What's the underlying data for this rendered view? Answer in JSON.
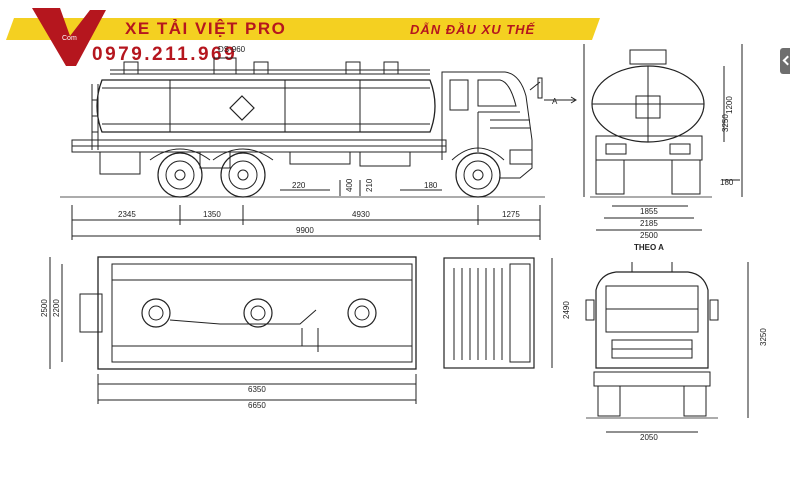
{
  "brand": {
    "name": "XE TẢI VIỆT PRO",
    "slogan": "DẪN ĐẦU XU THẾ",
    "phone": "0979.211.969",
    "logo_text": "Com",
    "accent_color": "#b5161e",
    "banner_color": "#f4d021"
  },
  "side_view": {
    "tank_label": "DS-960",
    "section_marker": "A",
    "dims": {
      "front_overhang": "2345",
      "wheel_spacing_rear": "1350",
      "wheelbase": "4930",
      "rear_overhang": "1275",
      "overall_length": "9900",
      "d220": "220",
      "d400": "400",
      "d210": "210",
      "d180": "180"
    }
  },
  "top_view": {
    "dims": {
      "overall_width": "2500",
      "tank_width": "2200",
      "cab_width": "2490",
      "tank_length": "6350",
      "body_length": "6650"
    }
  },
  "rear_view": {
    "caption": "THEO A",
    "dims": {
      "height_total": "3250",
      "tank_height": "1200",
      "ground_clearance": "180",
      "track_1855": "1855",
      "track_2185": "2185",
      "width_2500": "2500"
    }
  },
  "front_view": {
    "dims": {
      "height": "3250",
      "track": "2050"
    }
  },
  "icons": {
    "hazard": "flammable-hazard-diamond",
    "nav": "chevron-left-icon"
  }
}
